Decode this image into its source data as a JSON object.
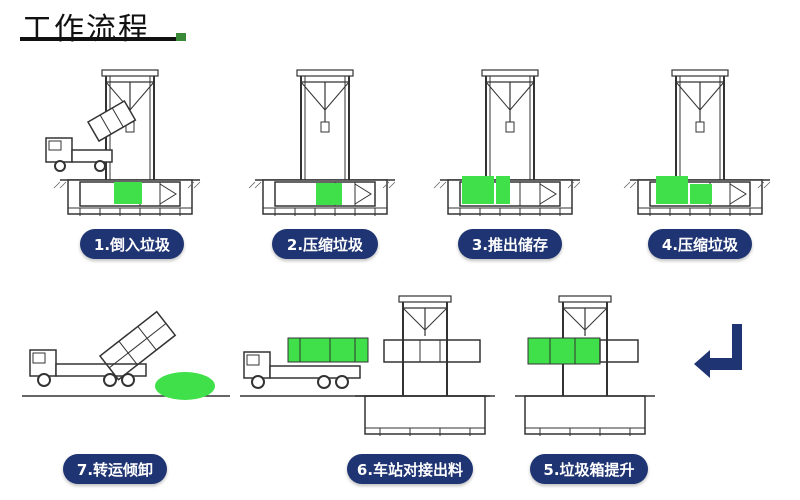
{
  "title": "工作流程",
  "colors": {
    "pill": "#1f3472",
    "waste": "#3fe04a",
    "structure": "#333333",
    "arrow": "#1f3472",
    "accent": "#3a8a3a"
  },
  "icons": {
    "flow_arrow": "l-shaped-arrow-icon"
  },
  "steps": [
    {
      "label": "1.倒入垃圾"
    },
    {
      "label": "2.压缩垃圾"
    },
    {
      "label": "3.推出储存"
    },
    {
      "label": "4.压缩垃圾"
    },
    {
      "label": "5.垃圾箱提升"
    },
    {
      "label": "6.车站对接出料"
    },
    {
      "label": "7.转运倾卸"
    }
  ]
}
